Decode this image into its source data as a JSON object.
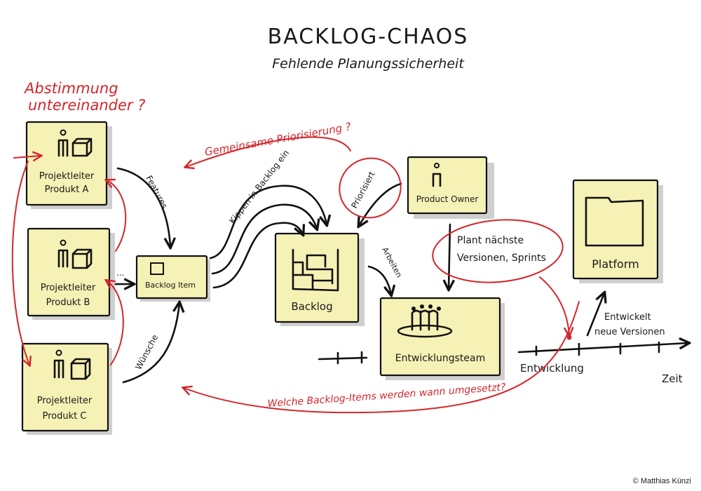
{
  "title": "BACKLOG-CHAOS",
  "subtitle": "Fehlende Planungssicherheit",
  "questions": {
    "coordination": [
      "Abstimmung",
      "untereinander ?"
    ],
    "common_priority": "Gemeinsame Priorisierung ?",
    "which_items": "Welche Backlog-Items werden wann umgesetzt?"
  },
  "notes": {
    "pl_a": [
      "Projektleiter",
      "Produkt A"
    ],
    "pl_b": [
      "Projektleiter",
      "Produkt B"
    ],
    "pl_c": [
      "Projektleiter",
      "Produkt C"
    ],
    "backlog_item": "Backlog Item",
    "backlog": "Backlog",
    "product_owner": "Product Owner",
    "dev_team": "Entwicklungsteam",
    "platform": "Platform"
  },
  "arrow_labels": {
    "features": "Features",
    "wishes": "Wünsche",
    "ellipsis": "...",
    "dump": "Kippen in Backlog ein",
    "prioritizes": "Priorisiert",
    "work": "Arbeiten",
    "plans": [
      "Plant nächste",
      "Versionen, Sprints"
    ],
    "develops": [
      "Entwickelt",
      "neue Versionen"
    ]
  },
  "timeline": {
    "development": "Entwicklung",
    "time": "Zeit"
  },
  "copyright": "© Matthias Künzi"
}
